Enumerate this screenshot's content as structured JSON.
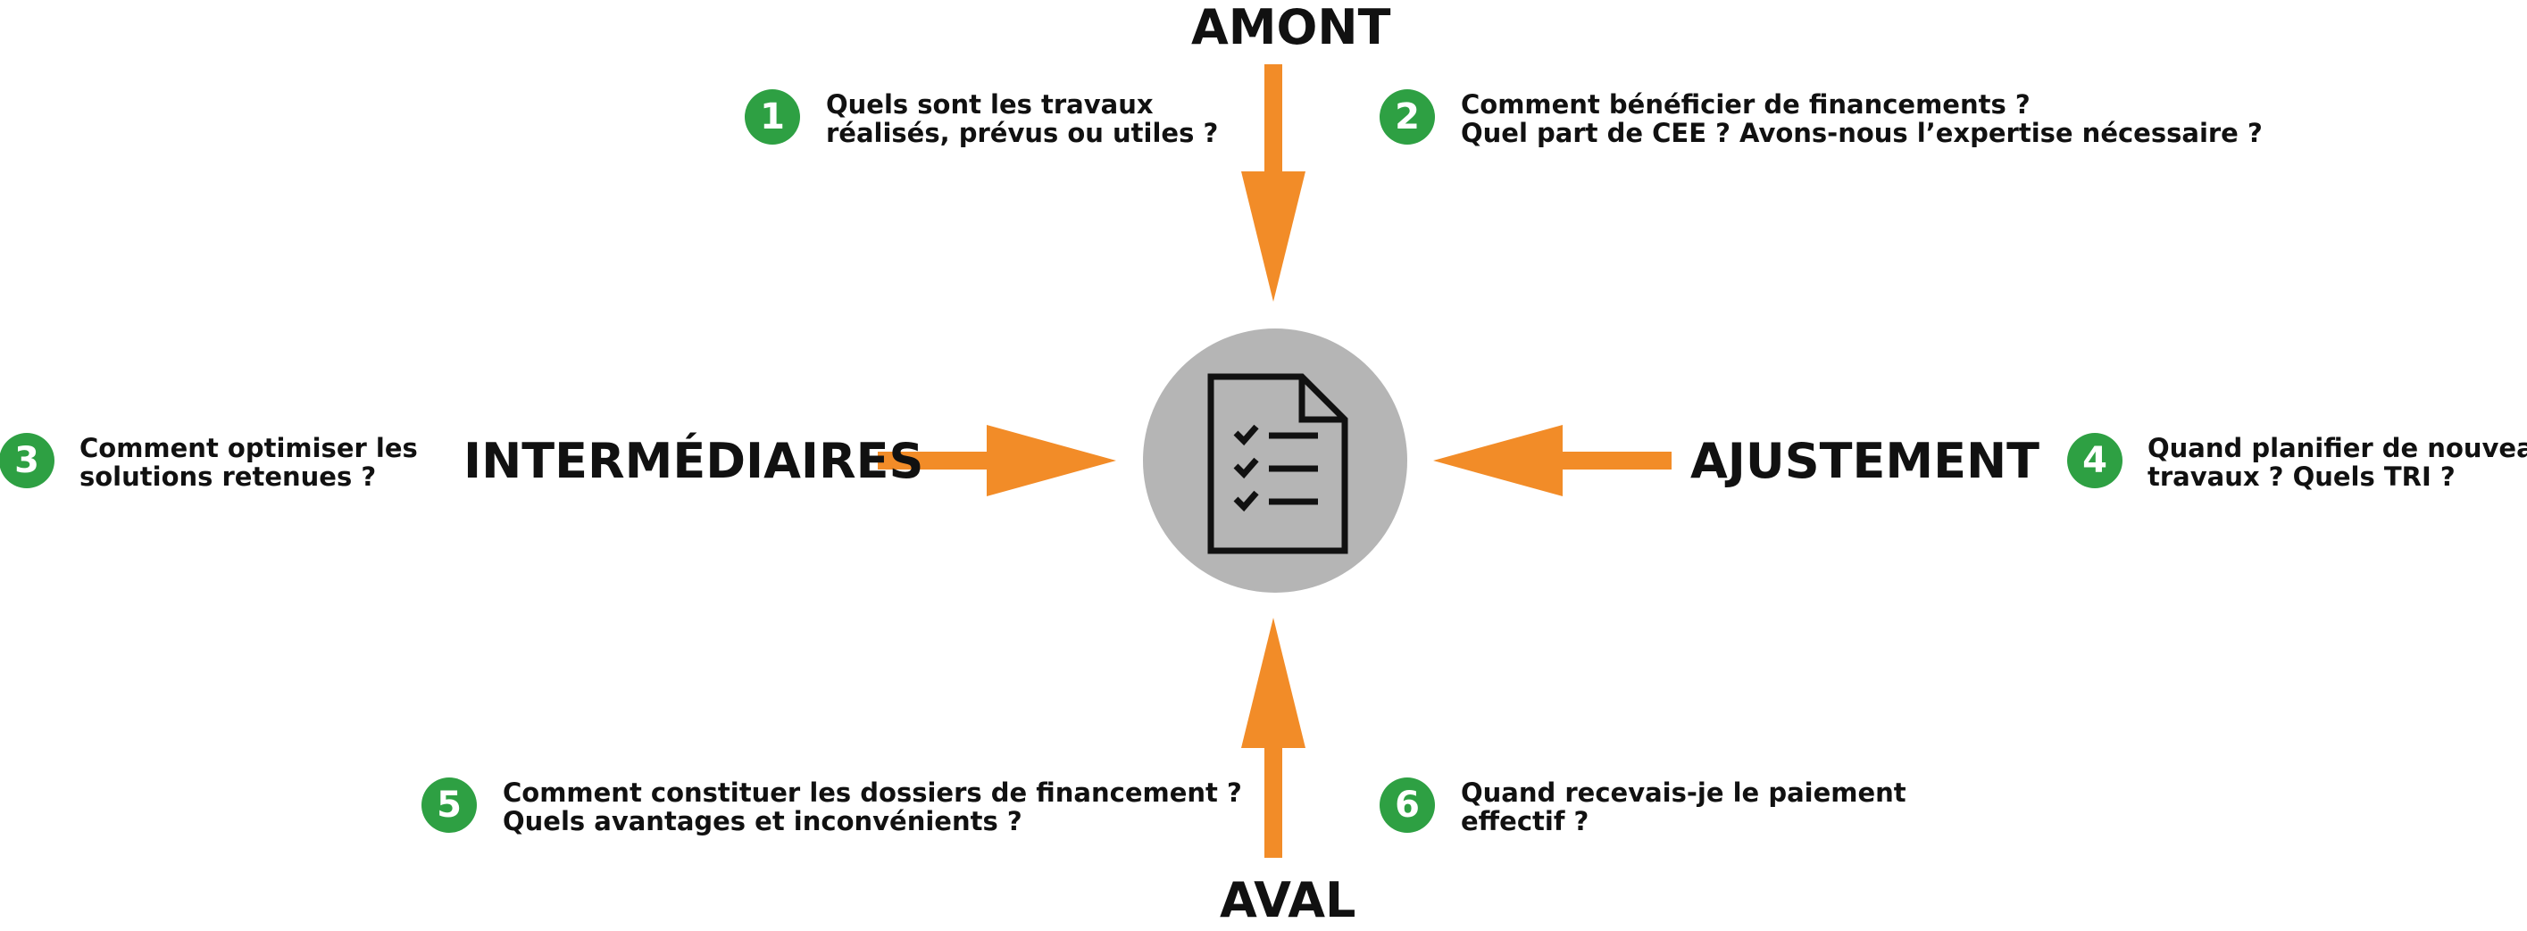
{
  "hub": {
    "icon": "checklist-document-icon"
  },
  "colors": {
    "arrow": "#f28c28",
    "badge": "#2ea043",
    "hub": "#b5b5b5",
    "text": "#111111"
  },
  "directions": {
    "top": "AMONT",
    "bottom": "AVAL",
    "left": "INTERMÉDIAIRES",
    "right": "AJUSTEMENT"
  },
  "questions": [
    {
      "number": "1",
      "lines": [
        "Quels sont les travaux",
        "réalisés, prévus ou utiles ?"
      ]
    },
    {
      "number": "2",
      "lines": [
        "Comment bénéficier de financements ?",
        "Quel part de CEE ? Avons-nous l’expertise nécessaire ?"
      ]
    },
    {
      "number": "3",
      "lines": [
        "Comment optimiser les",
        "solutions retenues ?"
      ]
    },
    {
      "number": "4",
      "lines": [
        "Quand planifier de nouveaux",
        "travaux ? Quels TRI ?"
      ]
    },
    {
      "number": "5",
      "lines": [
        "Comment constituer les dossiers de financement ?",
        "Quels avantages et inconvénients ?"
      ]
    },
    {
      "number": "6",
      "lines": [
        "Quand recevais-je le paiement",
        "effectif ?"
      ]
    }
  ]
}
